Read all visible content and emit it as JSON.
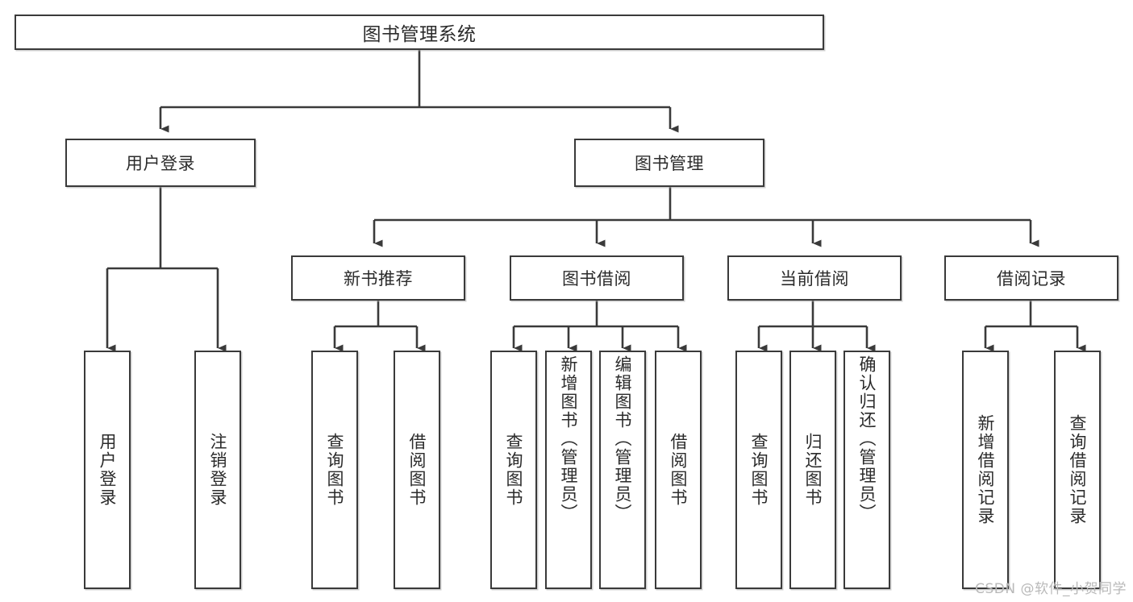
{
  "diagram": {
    "type": "tree",
    "title": "图书管理系统",
    "root": {
      "id": "root",
      "label": "图书管理系统"
    },
    "level1": [
      {
        "id": "user-login",
        "label": "用户登录"
      },
      {
        "id": "book-manage",
        "label": "图书管理"
      }
    ],
    "level2": [
      {
        "id": "new-book-recommend",
        "label": "新书推荐",
        "parent": "book-manage"
      },
      {
        "id": "book-borrow",
        "label": "图书借阅",
        "parent": "book-manage"
      },
      {
        "id": "current-borrow",
        "label": "当前借阅",
        "parent": "book-manage"
      },
      {
        "id": "borrow-record",
        "label": "借阅记录",
        "parent": "book-manage"
      }
    ],
    "leaves": [
      {
        "id": "leaf-user-login",
        "label": "用户登录",
        "parent": "user-login"
      },
      {
        "id": "leaf-user-logout",
        "label": "注销登录",
        "parent": "user-login"
      },
      {
        "id": "leaf-query-book-1",
        "label": "查询图书",
        "parent": "new-book-recommend"
      },
      {
        "id": "leaf-borrow-book-1",
        "label": "借阅图书",
        "parent": "new-book-recommend"
      },
      {
        "id": "leaf-query-book-2",
        "label": "查询图书",
        "parent": "book-borrow"
      },
      {
        "id": "leaf-add-book",
        "label": "新增图书（管理员）",
        "parent": "book-borrow"
      },
      {
        "id": "leaf-edit-book",
        "label": "编辑图书（管理员）",
        "parent": "book-borrow"
      },
      {
        "id": "leaf-borrow-book-2",
        "label": "借阅图书",
        "parent": "book-borrow"
      },
      {
        "id": "leaf-query-book-3",
        "label": "查询图书",
        "parent": "current-borrow"
      },
      {
        "id": "leaf-return-book",
        "label": "归还图书",
        "parent": "current-borrow"
      },
      {
        "id": "leaf-confirm-return",
        "label": "确认归还（管理员）",
        "parent": "current-borrow"
      },
      {
        "id": "leaf-add-record",
        "label": "新增借阅记录",
        "parent": "borrow-record"
      },
      {
        "id": "leaf-query-record",
        "label": "查询借阅记录",
        "parent": "borrow-record"
      }
    ]
  },
  "watermark": {
    "text": "CSDN @软件_小贺同学"
  },
  "colors": {
    "box_border": "#3a3a3a",
    "box_fill": "#ffffff",
    "connector": "#3a3a3a",
    "text": "#2b2b2b",
    "background": "#ffffff",
    "watermark": "#b9b9b9"
  }
}
